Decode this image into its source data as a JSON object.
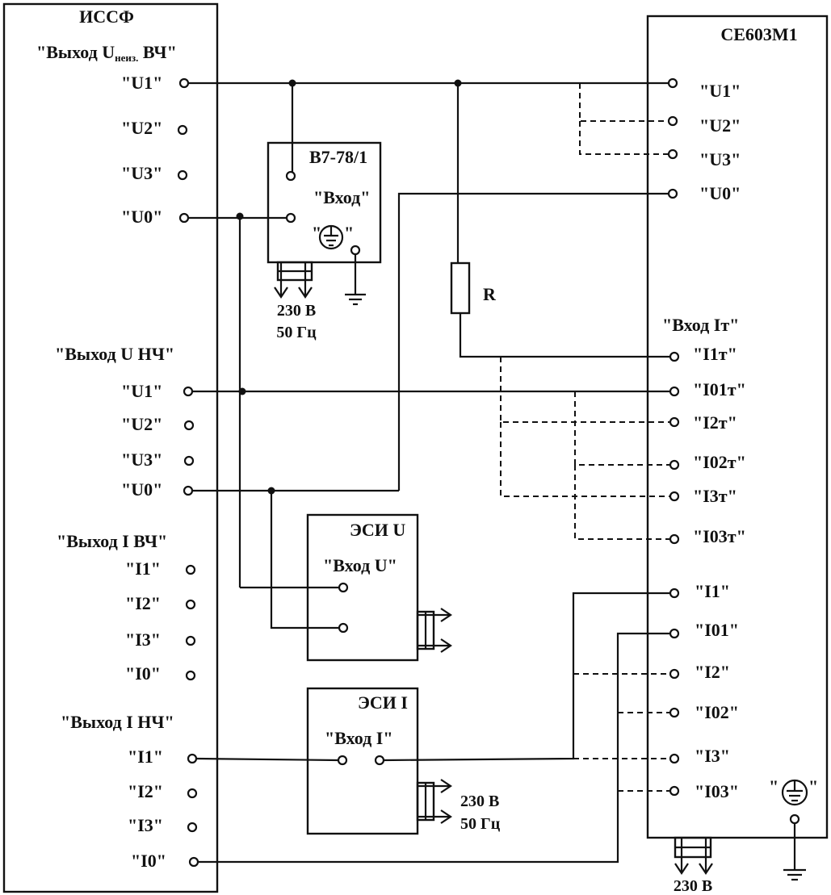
{
  "issf": {
    "title": "ИССФ",
    "group_u_hf": {
      "title": "\"Выход Uнеиз. ВЧ\"",
      "title_main": "\"Выход U",
      "title_sub": "неиз.",
      "title_end": " ВЧ\"",
      "pins": [
        "\"U1\"",
        "\"U2\"",
        "\"U3\"",
        "\"U0\""
      ]
    },
    "group_u_lf": {
      "title": "\"Выход U  НЧ\"",
      "pins": [
        "\"U1\"",
        "\"U2\"",
        "\"U3\"",
        "\"U0\""
      ]
    },
    "group_i_hf": {
      "title": "\"Выход  I  ВЧ\"",
      "pins": [
        "\"I1\"",
        "\"I2\"",
        "\"I3\"",
        "\"I0\""
      ]
    },
    "group_i_lf": {
      "title": "\"Выход  I  НЧ\"",
      "pins": [
        "\"I1\"",
        "\"I2\"",
        "\"I3\"",
        "\"I0\""
      ]
    }
  },
  "ce603": {
    "title": "СЕ603М1",
    "voltage_pins": [
      "\"U1\"",
      "\"U2\"",
      "\"U3\"",
      "\"U0\""
    ],
    "it_title": "\"Вход Iт\"",
    "it_pins": [
      "\"I1т\"",
      "\"I01т\"",
      "\"I2т\"",
      "\"I02т\"",
      "\"I3т\"",
      "\"I03т\""
    ],
    "i_pins": [
      "\"I1\"",
      "\"I01\"",
      "\"I2\"",
      "\"I02\"",
      "\"I3\"",
      "\"I03\""
    ],
    "ground_label_open": "\"",
    "ground_label_close": "\"",
    "power": "230 В"
  },
  "b7": {
    "title": "В7-78/1",
    "input": "\"Вход\"",
    "ground_open": "\"",
    "ground_close": "\"",
    "power_line1": "230 В",
    "power_line2": "50 Гц"
  },
  "resistor": {
    "label": "R"
  },
  "esi_u": {
    "title": "ЭСИ U",
    "input": "\"Вход U\""
  },
  "esi_i": {
    "title": "ЭСИ I",
    "input": "\"Вход I\"",
    "power_line1": "230 В",
    "power_line2": "50 Гц"
  }
}
